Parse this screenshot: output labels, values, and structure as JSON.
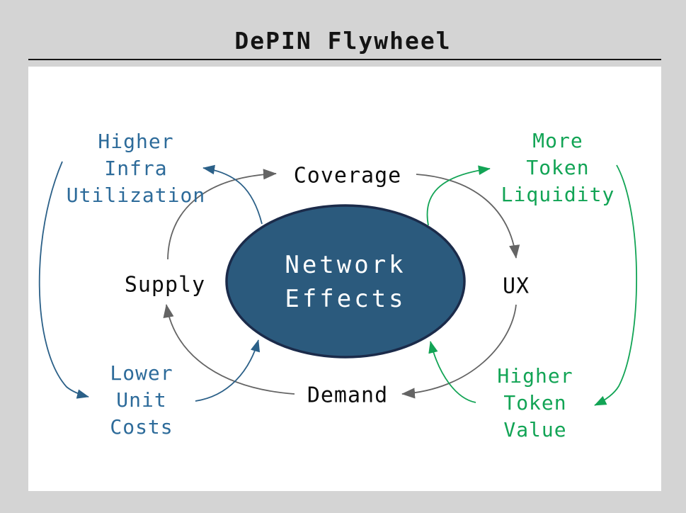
{
  "title": "DePIN Flywheel",
  "center_node": {
    "lines": [
      "Network",
      "Effects"
    ]
  },
  "cycle_nodes": {
    "coverage": "Coverage",
    "ux": "UX",
    "demand": "Demand",
    "supply": "Supply"
  },
  "outcomes": {
    "higher_infra": {
      "lines": [
        "Higher",
        "Infra",
        "Utilization"
      ]
    },
    "more_liquidity": {
      "lines": [
        "More",
        "Token",
        "Liquidity"
      ]
    },
    "lower_costs": {
      "lines": [
        "Lower",
        "Unit",
        "Costs"
      ]
    },
    "higher_value": {
      "lines": [
        "Higher",
        "Token",
        "Value"
      ]
    }
  },
  "edges": [
    {
      "from": "Supply",
      "to": "Coverage",
      "color": "gray"
    },
    {
      "from": "Coverage",
      "to": "UX",
      "color": "gray"
    },
    {
      "from": "UX",
      "to": "Demand",
      "color": "gray"
    },
    {
      "from": "Demand",
      "to": "Supply",
      "color": "gray"
    },
    {
      "from": "Coverage",
      "to": "Higher Infra Utilization",
      "color": "blue"
    },
    {
      "from": "Higher Infra Utilization",
      "to": "Lower Unit Costs",
      "color": "blue"
    },
    {
      "from": "Lower Unit Costs",
      "to": "Demand",
      "color": "blue"
    },
    {
      "from": "UX",
      "to": "More Token Liquidity",
      "color": "green"
    },
    {
      "from": "More Token Liquidity",
      "to": "Higher Token Value",
      "color": "green"
    },
    {
      "from": "Higher Token Value",
      "to": "Demand",
      "color": "green"
    }
  ],
  "colors": {
    "background": "#d4d4d4",
    "panel": "#ffffff",
    "text_black": "#0d0d0d",
    "blue": "#2d6b9a",
    "green": "#12a455",
    "gray_arrow": "#646464",
    "ellipse_fill": "#2b5a7d",
    "ellipse_border": "#1b2b4a"
  }
}
